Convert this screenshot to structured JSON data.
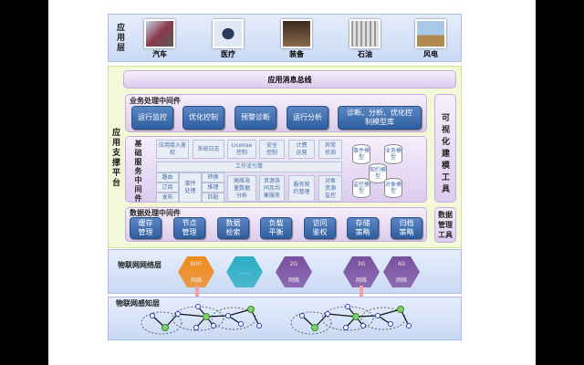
{
  "app_layer": {
    "label": "应用层",
    "items": [
      "汽车",
      "医疗",
      "装备",
      "石油",
      "风电"
    ]
  },
  "support_platform": {
    "label": "应用支撑平台",
    "bus": "应用消息总线",
    "business": {
      "title": "业务处理中间件",
      "items": [
        "运行监控",
        "优化控制",
        "预警诊断",
        "运行分析",
        "诊断、分析、优化控制模型库"
      ]
    },
    "basic": {
      "title": "基础服务中间件",
      "row1": [
        "应用接入鉴权",
        "系统日志",
        "License控制",
        "安全控制",
        "计费运营",
        "异常侦测"
      ],
      "workflow": "工作流引擎",
      "route": [
        "路由",
        "订阅",
        "发布"
      ],
      "event": "事件处理",
      "transform": [
        "转换",
        "推理",
        "匹配"
      ],
      "row3": [
        "高维海量数据分析",
        "资源协同及均衡服务",
        "服务契约管理",
        "对象资源监控"
      ],
      "models": [
        "事件模型",
        "业务模型",
        "契约模型",
        "监控模型",
        "对象模型"
      ]
    },
    "data": {
      "title": "数据处理中间件",
      "items": [
        "缓存管理",
        "节点管理",
        "数据检索",
        "负载平衡",
        "访问鉴权",
        "存储策略",
        "归档策略"
      ]
    },
    "vis_tool": "可视化建模工具",
    "data_tool": "数据管理工具"
  },
  "network_layer": {
    "label": "物联网网络层",
    "items": [
      {
        "line1": "WIFI",
        "line2": "网络",
        "color": "#f08a1c"
      },
      {
        "line1": "……",
        "line2": "",
        "color": "#2aaec4"
      },
      {
        "line1": "2G",
        "line2": "网络",
        "color": "#7a4fa0"
      },
      {
        "line1": "3G",
        "line2": "网络",
        "color": "#7a4fa0"
      },
      {
        "line1": "4G",
        "line2": "网络",
        "color": "#7a4fa0"
      }
    ]
  },
  "sensing_layer": {
    "label": "物联网感知层"
  }
}
